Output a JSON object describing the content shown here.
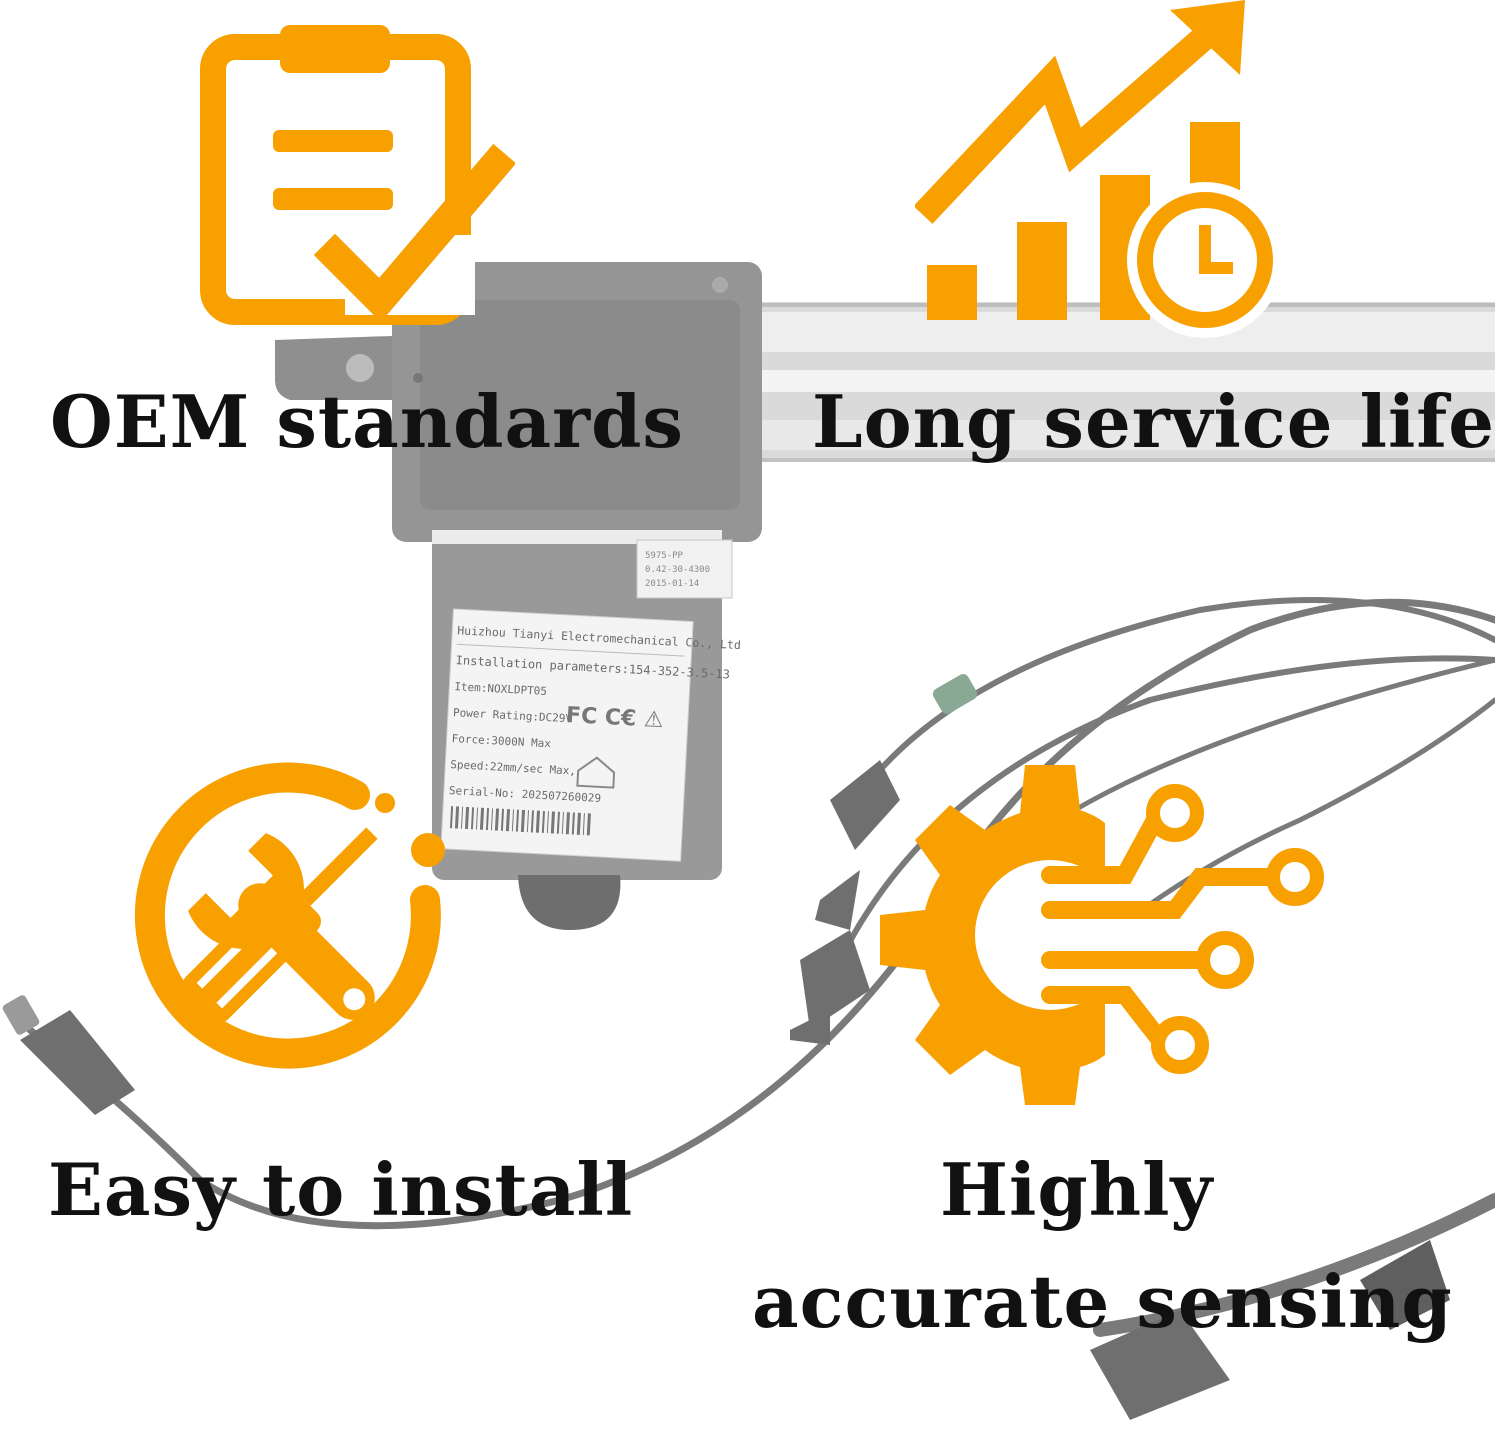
{
  "features": [
    {
      "label": "OEM standards",
      "icon": "clipboard-check-icon"
    },
    {
      "label": "Long service life",
      "icon": "growth-chart-clock-icon"
    },
    {
      "label": "Easy to install",
      "icon": "tools-wrench-screwdriver-icon"
    },
    {
      "label_line1": "Highly",
      "label_line2": "accurate sensing",
      "icon": "gear-circuit-icon"
    }
  ],
  "product_label": {
    "line1": "Huizhou Tianyi Electromechanical Co., Ltd",
    "line2": "Installation parameters:154-352-3.5-13",
    "line3": "Item:NOXLDPT05",
    "line4": "Power Rating:DC29V",
    "line5": "Force:3000N Max",
    "line6": "Speed:22mm/sec Max,",
    "line7": "Serial-No: 202507260029",
    "marks": "FC C€ ⚠"
  },
  "colors": {
    "accent": "#F7A000",
    "text": "#111111",
    "device_gray": "#9b9b9b",
    "rail": "#d4d4d4"
  }
}
